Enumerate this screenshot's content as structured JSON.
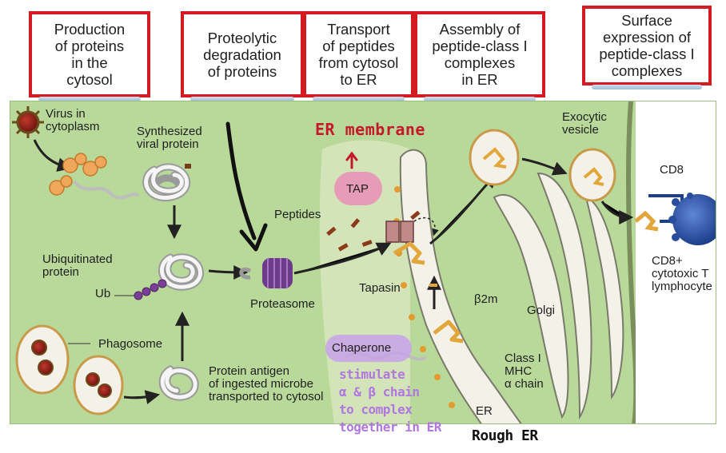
{
  "stages": [
    {
      "label": "Production\nof proteins\nin the\ncytosol"
    },
    {
      "label": "Proteolytic\ndegradation\nof proteins"
    },
    {
      "label": "Transport\nof peptides\nfrom cytosol\nto ER"
    },
    {
      "label": "Assembly of\npeptide-class I\ncomplexes\nin ER"
    },
    {
      "label": "Surface\nexpression of\npeptide-class I\ncomplexes"
    }
  ],
  "labels": {
    "virus": "Virus in\ncytoplasm",
    "synthesized": "Synthesized\nviral protein",
    "ubiquitinated": "Ubiquitinated\nprotein",
    "ub": "Ub",
    "phagosome": "Phagosome",
    "antigen": "Protein antigen\nof ingested microbe\ntransported to cytosol",
    "proteasome": "Proteasome",
    "peptides": "Peptides",
    "tap": "TAP",
    "tapasin": "Tapasin",
    "b2m": "β2m",
    "chaperone": "Chaperone",
    "class1": "Class I\nMHC\nα chain",
    "er": "ER",
    "golgi": "Golgi",
    "exocytic": "Exocytic\nvesicle",
    "cd8": "CD8",
    "cd8t": "CD8+\ncytotoxic T\nlymphocyte"
  },
  "annotations": {
    "er_membrane": "ER membrane",
    "stimulate": "stimulate\nα & β chain\nto complex\ntogether in ER",
    "rough_er": "Rough ER"
  },
  "colors": {
    "stage_border": "#d21c22",
    "panel_bg": "#b9d99a",
    "er_fill": "#f3f1e6",
    "proteasome": "#6d3b8a",
    "mhc": "#e3a63b",
    "annotation_red": "#c4182b",
    "annotation_purple": "#b077e0",
    "highlight_pink": "#e98fb5",
    "highlight_purple": "#c7a2e8",
    "lymphocyte": "#2e58b0"
  }
}
